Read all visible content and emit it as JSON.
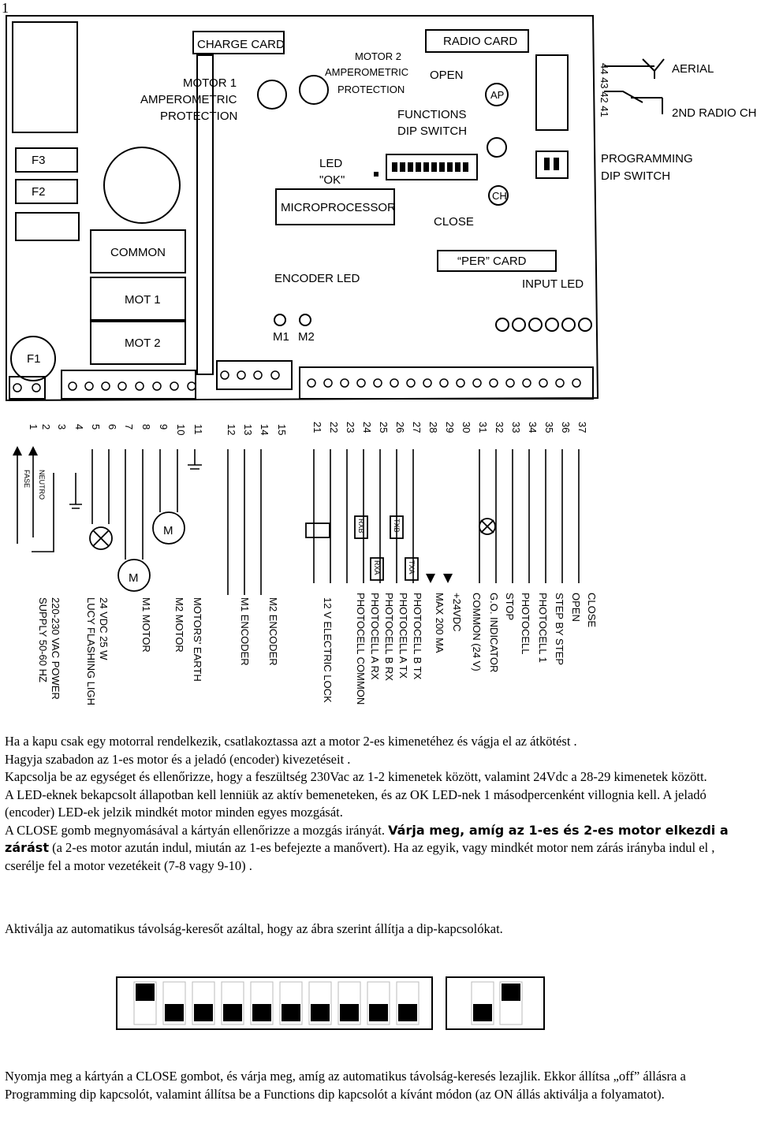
{
  "page_number": "1",
  "board": {
    "fuses": [
      "F3",
      "F2",
      "F1"
    ],
    "common": "COMMON",
    "mot1": "MOT 1",
    "mot2": "MOT 2",
    "charge_card": "CHARGE CARD",
    "motor1_protection": [
      "MOTOR 1",
      "AMPEROMETRIC",
      "PROTECTION"
    ],
    "motor2_protection": [
      "MOTOR 2",
      "AMPEROMETRIC",
      "PROTECTION"
    ],
    "radio_card": "RADIO CARD",
    "open": "OPEN",
    "functions_dip": [
      "FUNCTIONS",
      "DIP SWITCH"
    ],
    "led_ok": [
      "LED",
      "\"OK\""
    ],
    "microprocessor": "MICROPROCESSOR",
    "close": "CLOSE",
    "ap": "AP",
    "ch": "CH",
    "aerial": "AERIAL",
    "second_radio": "2ND RADIO CH",
    "aerial_terminals": "44 43 42 41",
    "programming_dip": [
      "PROGRAMMING",
      "DIP SWITCH"
    ],
    "per_card": "“PER” CARD",
    "encoder_led": "ENCODER LED",
    "input_led": "INPUT LED",
    "m1": "M1",
    "m2": "M2",
    "motor_symbol": "M"
  },
  "terminal_numbers": [
    "1",
    "2",
    "3",
    "4",
    "5",
    "6",
    "7",
    "8",
    "9",
    "10",
    "11",
    "12",
    "13",
    "14",
    "15",
    "21",
    "22",
    "23",
    "24",
    "25",
    "26",
    "27",
    "28",
    "29",
    "30",
    "31",
    "32",
    "33",
    "34",
    "35",
    "36",
    "37"
  ],
  "wire_labels": {
    "fase": "FASE",
    "neutro": "NEUTRO",
    "rxb": "RXB",
    "txb": "TXB",
    "txa": "TXA",
    "rxa": "RXA"
  },
  "bottom_labels": [
    "220-230 VAC POWER",
    "SUPPLY 50-60 HZ",
    "24 VDC 25 W",
    "LUCY FLASHING LIGH",
    "M1 MOTOR",
    "M2 MOTOR",
    "MOTORS' EARTH",
    "M1 ENCODER",
    "M2 ENCODER",
    "12 V ELECTRIC LOCK",
    "PHOTOCELL COMMON",
    "PHOTOCELL A RX",
    "PHOTOCELL B RX",
    "PHOTOCELL A TX",
    "PHOTOCELL B TX",
    "MAX 200 MA",
    "+24VDC",
    "COMMON (24 V)",
    "G.O. INDICATOR",
    "STOP",
    "PHOTOCELL",
    "PHOTOCELL 1",
    "STEP BY STEP",
    "OPEN",
    "CLOSE"
  ],
  "text": {
    "p1": "Ha a kapu csak egy motorral rendelkezik, csatlakoztassa azt a motor 2-es kimenetéhez és vágja el az átkötést .",
    "p2": "Hagyja szabadon az 1-es motor és a jeladó (encoder) kivezetéseit .",
    "p3": "Kapcsolja be az egységet és ellenőrizze, hogy a feszültség 230Vac az 1-2 kimenetek között, valamint 24Vdc a 28-29 kimenetek között.",
    "p4": "A LED-eknek bekapcsolt állapotban kell lenniük az aktív bemeneteken, és az OK LED-nek 1 másodpercenként villognia kell. A jeladó (encoder) LED-ek jelzik mindkét motor minden egyes mozgását.",
    "p5a": "A CLOSE gomb megnyomásával a kártyán ellenőrizze a mozgás irányát.",
    "p5bold": "Várja meg, amíg az 1-es és 2-es motor elkezdi a zárást",
    "p5b": "(a 2-es motor azután indul, miután az 1-es befejezte a manővert). Ha az egyik, vagy mindkét motor nem zárás irányba indul el , cserélje fel a motor vezetékeit (7-8 vagy 9-10) .",
    "p6": "Aktiválja az automatikus távolság-keresőt azáltal, hogy az ábra szerint állítja a dip-kapcsolókat.",
    "p7": "Nyomja meg a kártyán a CLOSE gombot, és várja meg, amíg az automatikus távolság-keresés lezajlik. Ekkor állítsa „off” állásra a Programming dip kapcsolót, valamint állítsa be a Functions dip kapcsolót a kívánt módon (az ON állás aktiválja a folyamatot)."
  },
  "dip_switches": {
    "functions": [
      false,
      true,
      true,
      true,
      true,
      true,
      true,
      true,
      true,
      true
    ],
    "programming": [
      true,
      false
    ]
  }
}
